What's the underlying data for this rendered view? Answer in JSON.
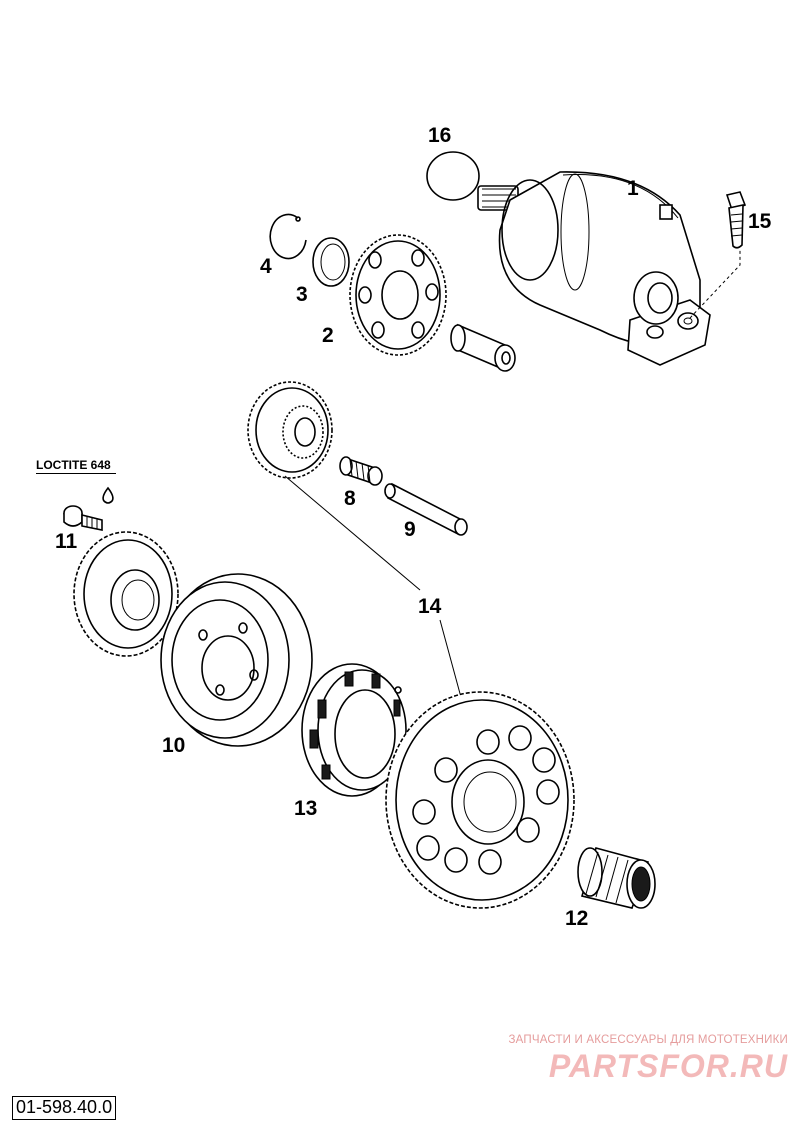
{
  "parts": [
    {
      "id": "1",
      "label": "1"
    },
    {
      "id": "2",
      "label": "2"
    },
    {
      "id": "3",
      "label": "3"
    },
    {
      "id": "4",
      "label": "4"
    },
    {
      "id": "8",
      "label": "8"
    },
    {
      "id": "9",
      "label": "9"
    },
    {
      "id": "10",
      "label": "10"
    },
    {
      "id": "11",
      "label": "11"
    },
    {
      "id": "12",
      "label": "12"
    },
    {
      "id": "13",
      "label": "13"
    },
    {
      "id": "14",
      "label": "14"
    },
    {
      "id": "15",
      "label": "15"
    },
    {
      "id": "16",
      "label": "16"
    }
  ],
  "note": "LOCTITE 648",
  "watermark": {
    "tagline": "ЗАПЧАСТИ И АКСЕССУАРЫ ДЛЯ МОТОТЕХНИКИ",
    "logo": "PARTSFOR.RU"
  },
  "reference_number": "01-598.40.0",
  "colors": {
    "line": "#000000",
    "watermark": "#f3b9b9"
  }
}
